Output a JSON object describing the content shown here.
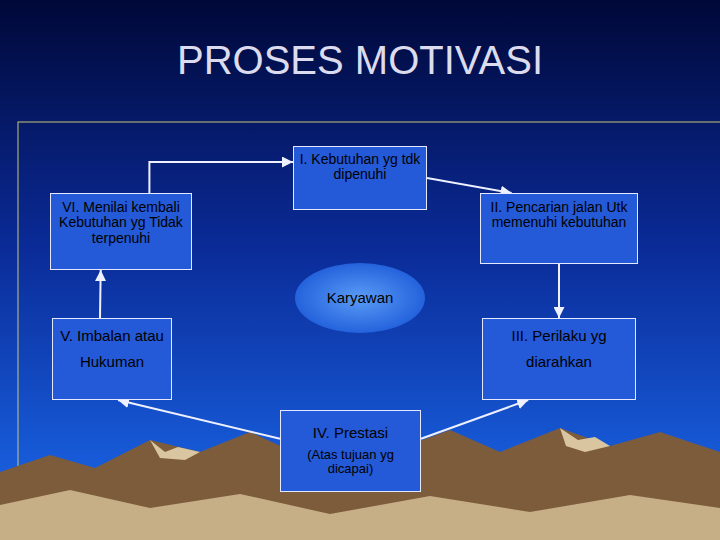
{
  "diagram": {
    "title": "PROSES MOTIVASI",
    "nodes": [
      {
        "text": [
          "I. Kebutuhan yg tdk dipenuhi"
        ]
      },
      {
        "text": [
          "VI. Menilai kembali Kebutuhan yg Tidak terpenuhi"
        ]
      },
      {
        "text": [
          "II. Pencarian jalan Utk memenuhi kebutuhan"
        ]
      },
      {
        "text": [
          "Karyawan"
        ]
      },
      {
        "text": [
          "V. Imbalan atau Hukuman"
        ]
      },
      {
        "text": [
          "III. Perilaku yg diarahkan"
        ]
      },
      {
        "text": [
          "IV. Prestasi",
          "(Atas tujuan yg dicapai)"
        ]
      }
    ],
    "edges": [
      {
        "from": 1,
        "to": 0,
        "arrow": "to"
      },
      {
        "from": 0,
        "to": 2,
        "arrow": "to"
      },
      {
        "from": 2,
        "to": 5,
        "arrow": "to"
      },
      {
        "from": 6,
        "to": 5,
        "arrow": "to"
      },
      {
        "from": 6,
        "to": 4,
        "arrow": "to"
      },
      {
        "from": 4,
        "to": 1,
        "arrow": "to"
      }
    ]
  }
}
